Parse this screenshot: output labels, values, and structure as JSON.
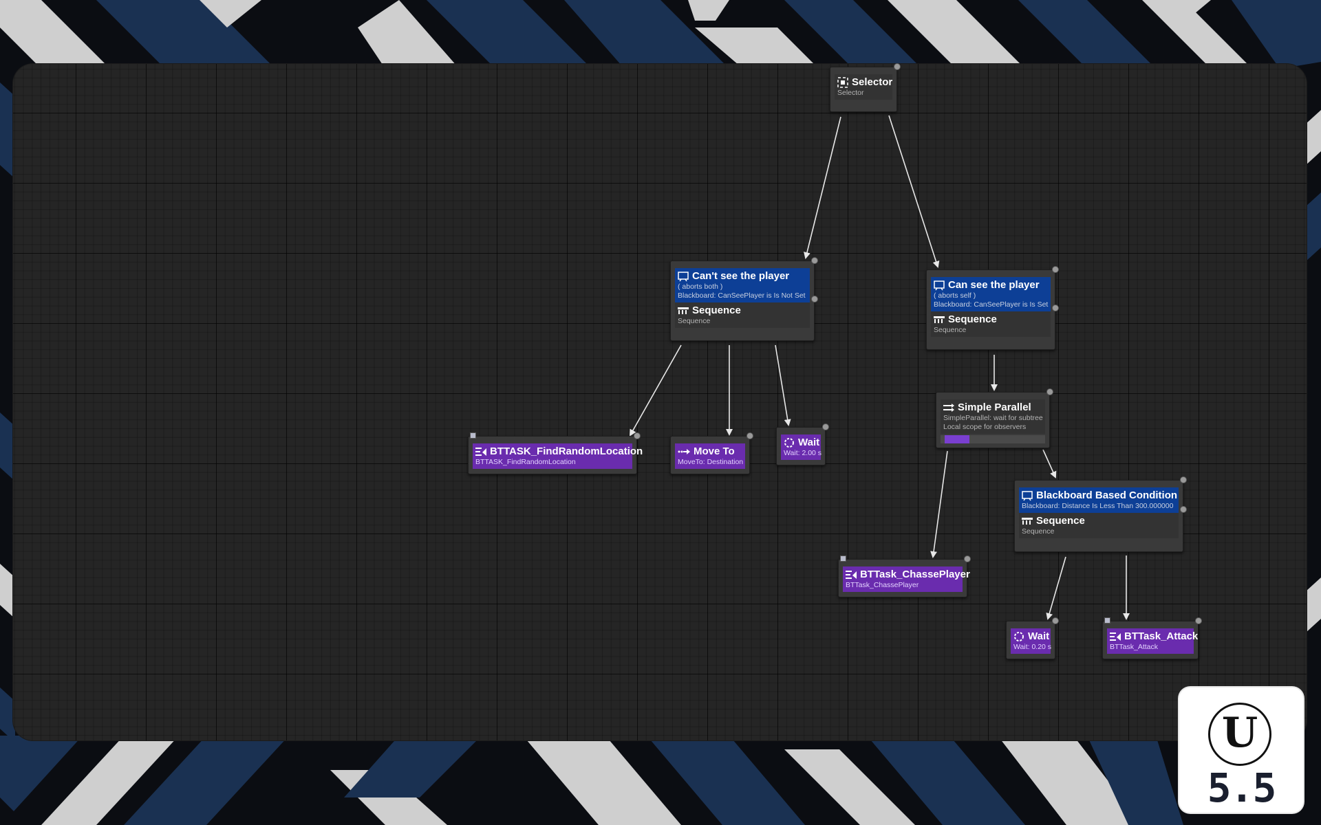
{
  "theme": {
    "canvas_bg": "#252525",
    "decorator_blue": "#0d3f96",
    "task_purple": "#6a2cae",
    "node_gray": "#3a3a3a",
    "stripe_blue": "#1a3152",
    "stripe_light": "#cfcfcf"
  },
  "nodes": {
    "selector": {
      "title": "Selector",
      "sub": "Selector",
      "icon": "selector-icon"
    },
    "cant_see": {
      "decorator_title": "Can't see the player",
      "decorator_line1": "( aborts both )",
      "decorator_line2": "Blackboard: CanSeePlayer is Is Not Set",
      "composite_title": "Sequence",
      "composite_sub": "Sequence"
    },
    "can_see": {
      "decorator_title": "Can see the player",
      "decorator_line1": "( aborts self )",
      "decorator_line2": "Blackboard: CanSeePlayer is Is Set",
      "composite_title": "Sequence",
      "composite_sub": "Sequence"
    },
    "find_random": {
      "title": "BTTASK_FindRandomLocation",
      "sub": "BTTASK_FindRandomLocation"
    },
    "move_to": {
      "title": "Move To",
      "sub": "MoveTo: Destination"
    },
    "wait_1": {
      "title": "Wait",
      "sub": "Wait: 2.00 s"
    },
    "simple_parallel": {
      "title": "Simple Parallel",
      "line1": "SimpleParallel: wait for subtree",
      "line2": "Local scope for observers"
    },
    "bb_condition": {
      "decorator_title": "Blackboard Based Condition",
      "decorator_line1": "Blackboard: Distance Is Less Than 300.000000",
      "composite_title": "Sequence",
      "composite_sub": "Sequence"
    },
    "chase": {
      "title": "BTTask_ChassePlayer",
      "sub": "BTTask_ChassePlayer"
    },
    "wait_2": {
      "title": "Wait",
      "sub": "Wait: 0.20 s"
    },
    "attack": {
      "title": "BTTask_Attack",
      "sub": "BTTask_Attack"
    }
  },
  "logo": {
    "symbol": "U",
    "version": "5.5"
  }
}
